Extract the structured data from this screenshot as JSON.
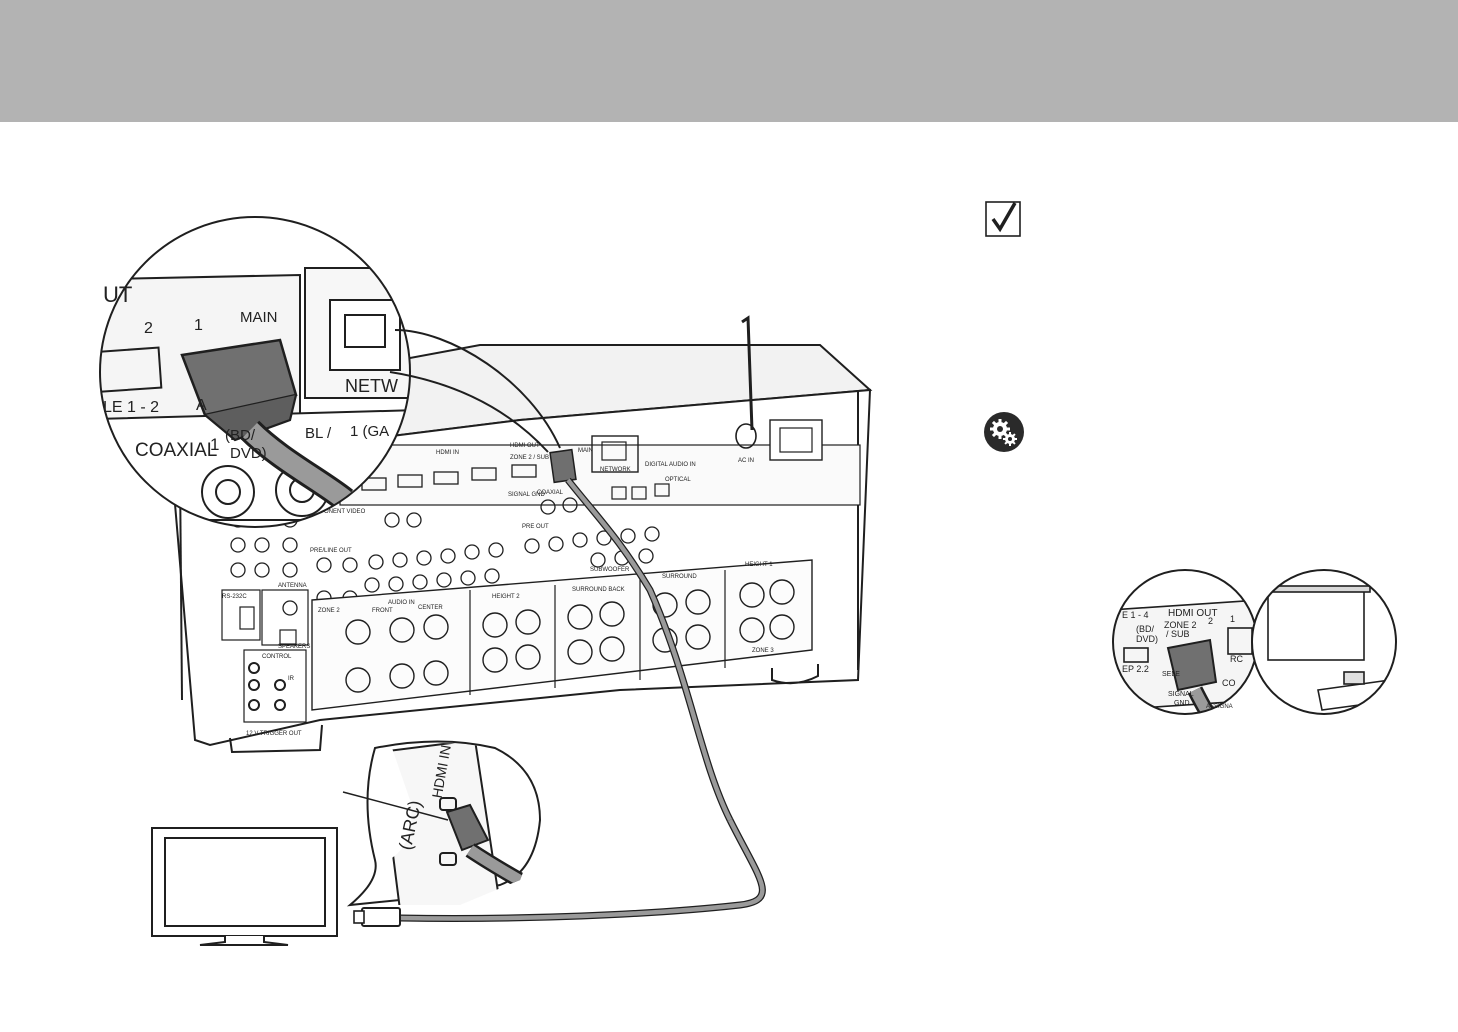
{
  "icons": {
    "check": "checkbox-check-icon",
    "settings": "gears-icon"
  },
  "colors": {
    "header": "#b3b3b3",
    "line": "#1f1f1f",
    "cable": "#9a9a9a",
    "panel": "#e6e6e6"
  },
  "zoom_top": {
    "out": "UT",
    "n2": "2",
    "n1": "1",
    "main": "MAIN",
    "netw": "NETW",
    "le_range": "LE 1 - 2",
    "a_frag": "A",
    "coaxial": "COAXIAL",
    "c1": "1",
    "bd": "(BD/",
    "dvd": "DVD)",
    "bl": "BL /",
    "ga": "1 (GA"
  },
  "receiver": {
    "hdmi_in": "HDMI IN",
    "hdmi_out": "HDMI OUT",
    "network": "NETWORK",
    "digital_audio_in": "DIGITAL AUDIO IN",
    "coaxial": "COAXIAL",
    "optical": "OPTICAL",
    "component_video": "COMPONENT VIDEO",
    "audio_in": "AUDIO IN",
    "pre_out": "PRE OUT",
    "preline_out": "PRE/LINE OUT",
    "antenna": "ANTENNA",
    "control": "CONTROL",
    "speakers": "SPEAKERS",
    "front": "FRONT",
    "center": "CENTER",
    "height2": "HEIGHT 2",
    "surround_back": "SURROUND BACK",
    "surround": "SURROUND",
    "height1": "HEIGHT 1",
    "zone2": "ZONE 2",
    "zone3": "ZONE 3",
    "ac_in": "AC IN",
    "signal_gnd": "SIGNAL GND",
    "rs232c": "RS-232C",
    "ir": "IR",
    "trigger": "12 V TRIGGER OUT",
    "zone2_sub": "ZONE 2 / SUB",
    "main": "MAIN",
    "sub_label": "SUBWOOFER"
  },
  "zoom_tv": {
    "hdmi_in": "HDMI IN",
    "arc": "(ARC)"
  },
  "zoom_right": {
    "range": "E 1 - 4",
    "hdmi_out": "HDMI OUT",
    "bd": "(BD/",
    "dvd": "DVD)",
    "zone2": "ZONE 2",
    "sub": "/ SUB",
    "n2": "2",
    "n1": "1",
    "ep": "EP 2.2",
    "sele": "SELE",
    "signal": "SIGNAL",
    "gnd": "GND",
    "co": "CO",
    "assign": "ASSIGNA",
    "rc": "RC"
  }
}
